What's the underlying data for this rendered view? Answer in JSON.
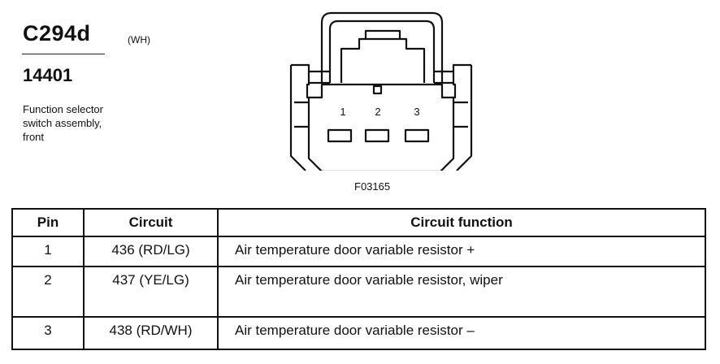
{
  "connector": {
    "id": "C294d",
    "color": "(WH)",
    "part_number": "14401",
    "description_lines": [
      "Function selector",
      "switch assembly,",
      "front"
    ]
  },
  "figure": {
    "code": "F03165",
    "terminal_labels": [
      "1",
      "2",
      "3"
    ]
  },
  "table": {
    "headers": {
      "pin": "Pin",
      "circuit": "Circuit",
      "function": "Circuit function"
    },
    "rows": [
      {
        "pin": "1",
        "circuit": "436 (RD/LG)",
        "function": "Air temperature door variable resistor  +"
      },
      {
        "pin": "2",
        "circuit": "437 (YE/LG)",
        "function": "Air temperature door variable resistor, wiper"
      },
      {
        "pin": "3",
        "circuit": "438 (RD/WH)",
        "function": "Air temperature door variable resistor –"
      }
    ]
  }
}
